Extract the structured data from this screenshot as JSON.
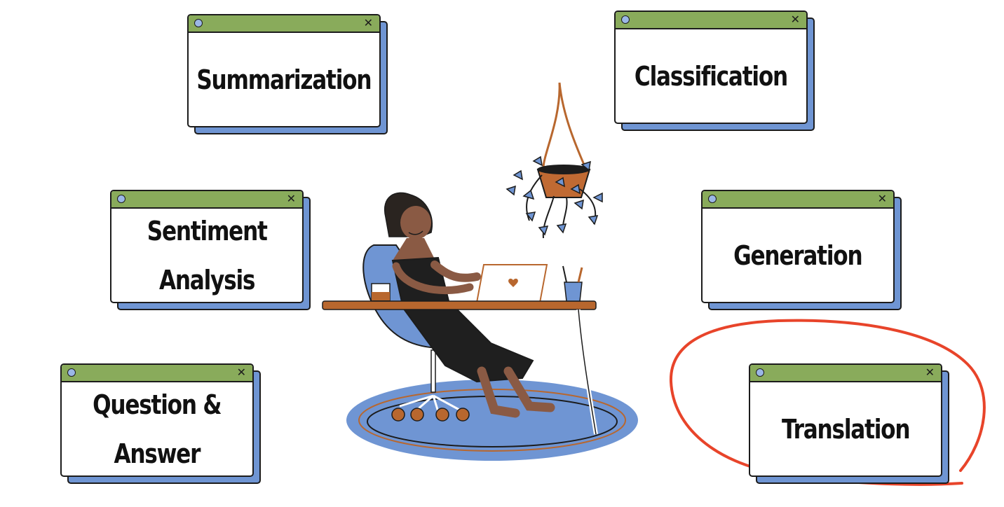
{
  "cards": {
    "summarization": {
      "lines": [
        "Summarization",
        ""
      ],
      "close_glyph": "✕"
    },
    "classification": {
      "lines": [
        "Classification",
        ""
      ],
      "close_glyph": "✕"
    },
    "sentiment": {
      "lines": [
        "Sentiment",
        "Analysis"
      ],
      "close_glyph": "✕"
    },
    "generation": {
      "lines": [
        "Generation",
        ""
      ],
      "close_glyph": "✕"
    },
    "qa": {
      "lines": [
        "Question &",
        "Answer"
      ],
      "close_glyph": "✕"
    },
    "translation": {
      "lines": [
        "Translation",
        ""
      ],
      "close_glyph": "✕"
    }
  },
  "highlight": {
    "target": "translation",
    "color": "#e8442a"
  },
  "colors": {
    "titlebar": "#89ab5b",
    "card_shadow": "#6f95d3",
    "outline": "#1c1c1c",
    "desk": "#b8672e",
    "rug": "#6f95d3",
    "chair": "#6f95d3",
    "skin": "#8a5a44",
    "dress": "#1f1f1f"
  },
  "icons": {
    "window_dot": "circle-icon",
    "window_close": "close-icon",
    "illustration": "woman-working-at-laptop-illustration",
    "plant": "hanging-plant-icon"
  }
}
